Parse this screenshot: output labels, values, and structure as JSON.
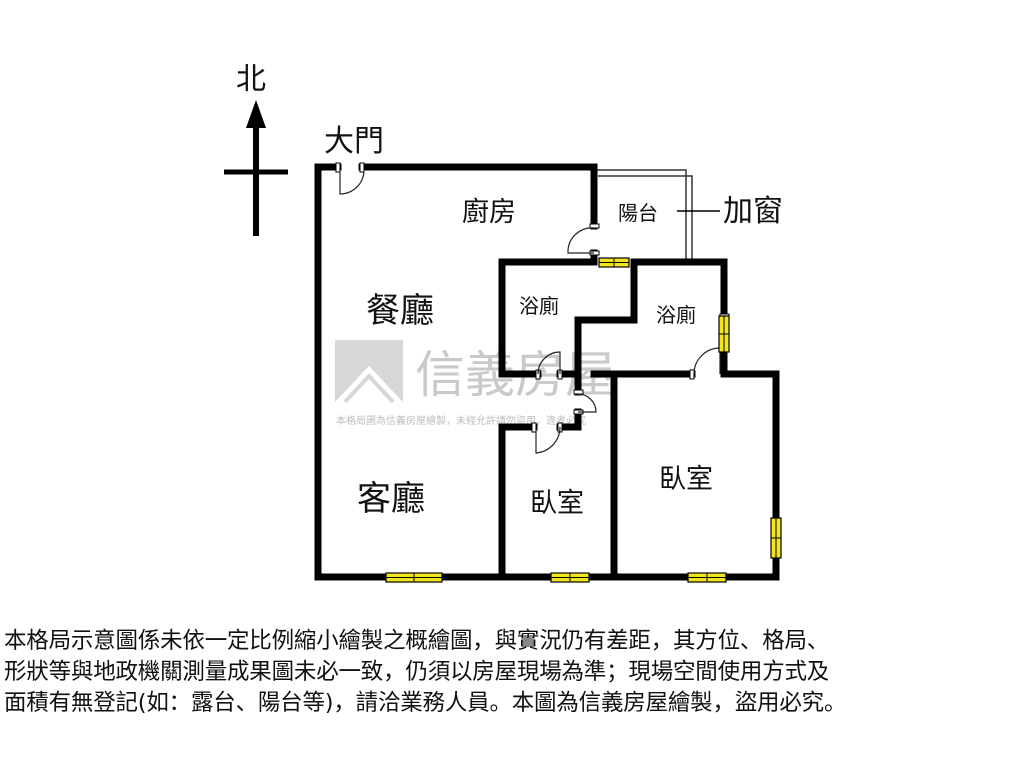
{
  "compass": {
    "north_label": "北"
  },
  "entrance": {
    "label": "大門"
  },
  "window_note": {
    "label": "加窗"
  },
  "rooms": {
    "kitchen": "廚房",
    "balcony": "陽台",
    "dining": "餐廳",
    "living": "客廳",
    "bath_left": "浴廁",
    "bath_right": "浴廁",
    "bedroom_small": "臥室",
    "bedroom_large": "臥室"
  },
  "watermark": {
    "brand": "信義房屋",
    "notice": "本格局圖為信義房屋繪製，未經允許請勿盜用，違者必究"
  },
  "disclaimer": "本格局示意圖係未依一定比例縮小繪製之概繪圖，與實況仍有差距，其方位、格局、\n形狀等與地政機關測量成果圖未必一致，仍須以房屋現場為準；現場空間使用方式及\n面積有無登記(如：露台、陽台等)，請洽業務人員。本圖為信義房屋繪製，盜用必究。",
  "colors": {
    "wall": "#000000",
    "window": "#f2e51c",
    "watermark": "#c9c9c9"
  }
}
